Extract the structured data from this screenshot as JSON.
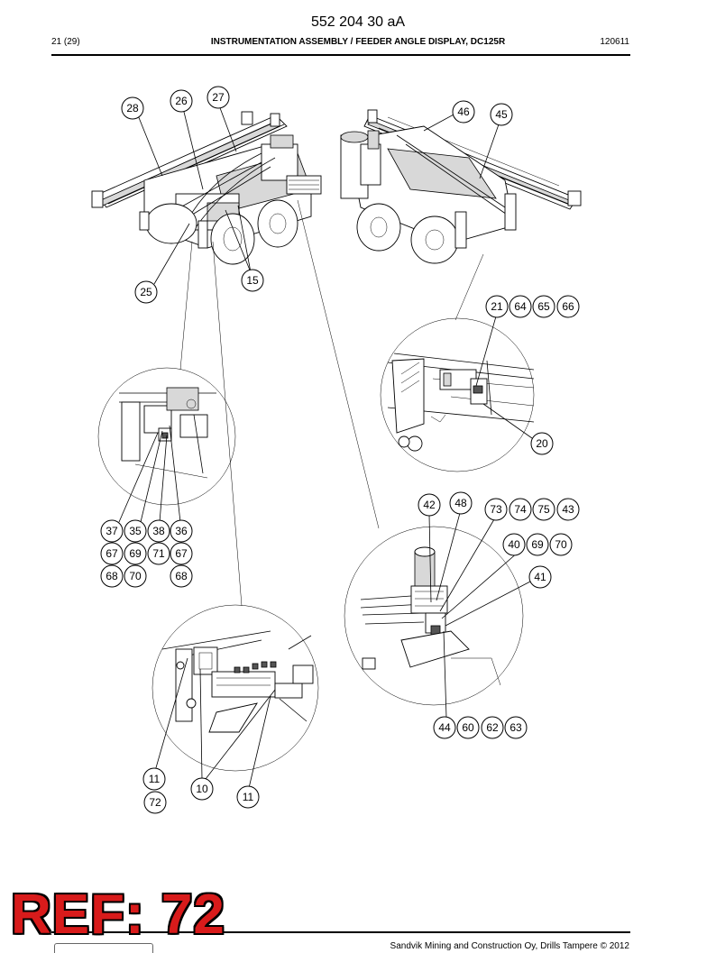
{
  "header": {
    "doc_number": "552 204 30 aA",
    "page": "21 (29)",
    "title": "INSTRUMENTATION ASSEMBLY / FEEDER ANGLE DISPLAY, DC125R",
    "date_code": "120611"
  },
  "callouts": {
    "c28": "28",
    "c26": "26",
    "c27": "27",
    "c46": "46",
    "c45": "45",
    "c15": "15",
    "c25": "25",
    "c21": "21",
    "c64": "64",
    "c65": "65",
    "c66": "66",
    "c20": "20",
    "c42": "42",
    "c48": "48",
    "c73": "73",
    "c74": "74",
    "c75": "75",
    "c43": "43",
    "c40": "40",
    "c69b": "69",
    "c70b": "70",
    "c41": "41",
    "c44": "44",
    "c60": "60",
    "c62": "62",
    "c63": "63",
    "c37": "37",
    "c35": "35",
    "c38": "38",
    "c36": "36",
    "c67a": "67",
    "c69a": "69",
    "c71": "71",
    "c67b": "67",
    "c68a": "68",
    "c70a": "70",
    "c68b": "68",
    "c11a": "11",
    "c72": "72",
    "c10": "10",
    "c11b": "11"
  },
  "footer": {
    "copyright": "Sandvik Mining and Construction Oy, Drills Tampere © 2012"
  },
  "stamp": {
    "text": "REF: 72"
  }
}
